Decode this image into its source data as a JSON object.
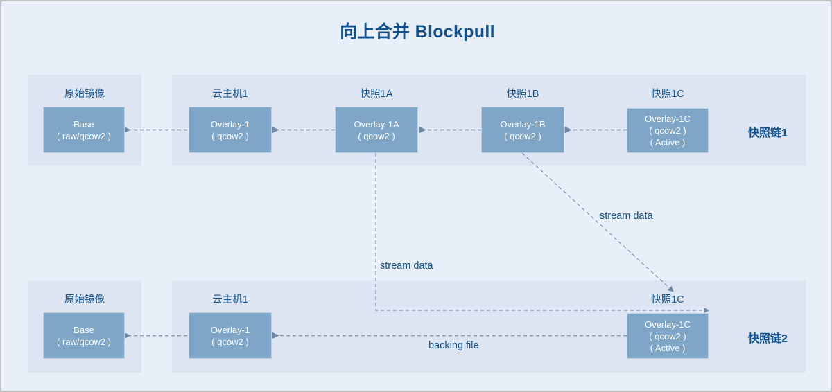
{
  "title": "向上合并 Blockpull",
  "colors": {
    "canvas_bg": "#e9eff9",
    "panel_bg": "#dce5f1",
    "node_fill": "#7fa6c6",
    "node_border": "#bfd2e4",
    "accent_text": "#12508f",
    "wire": "#7b93ad",
    "outer_border": "#c3c3c3"
  },
  "chains": [
    {
      "id": "chain1",
      "label": "快照链1",
      "panels": [
        {
          "name": "origin",
          "caption": "原始镜像",
          "node": {
            "lines": [
              "Base",
              "( raw/qcow2 )"
            ]
          }
        },
        {
          "name": "vm-and-snapshots",
          "captions": [
            "云主机1",
            "快照1A",
            "快照1B",
            "快照1C"
          ],
          "nodes": [
            {
              "lines": [
                "Overlay-1",
                "( qcow2 )"
              ]
            },
            {
              "lines": [
                "Overlay-1A",
                "( qcow2 )"
              ]
            },
            {
              "lines": [
                "Overlay-1B",
                "( qcow2 )"
              ]
            },
            {
              "lines": [
                "Overlay-1C",
                "( qcow2 )",
                "( Active )"
              ]
            }
          ]
        }
      ]
    },
    {
      "id": "chain2",
      "label": "快照链2",
      "panels": [
        {
          "name": "origin",
          "caption": "原始镜像",
          "node": {
            "lines": [
              "Base",
              "( raw/qcow2 )"
            ]
          }
        },
        {
          "name": "vm-and-snapshots",
          "captions": [
            "云主机1",
            "快照1C"
          ],
          "nodes": [
            {
              "lines": [
                "Overlay-1",
                "( qcow2 )"
              ]
            },
            {
              "lines": [
                "Overlay-1C",
                "( qcow2 )",
                "( Active )"
              ]
            }
          ]
        }
      ]
    }
  ],
  "edge_labels": {
    "stream_data_diagonal": "stream data",
    "stream_data_vertical": "stream data",
    "backing_file": "backing file"
  }
}
